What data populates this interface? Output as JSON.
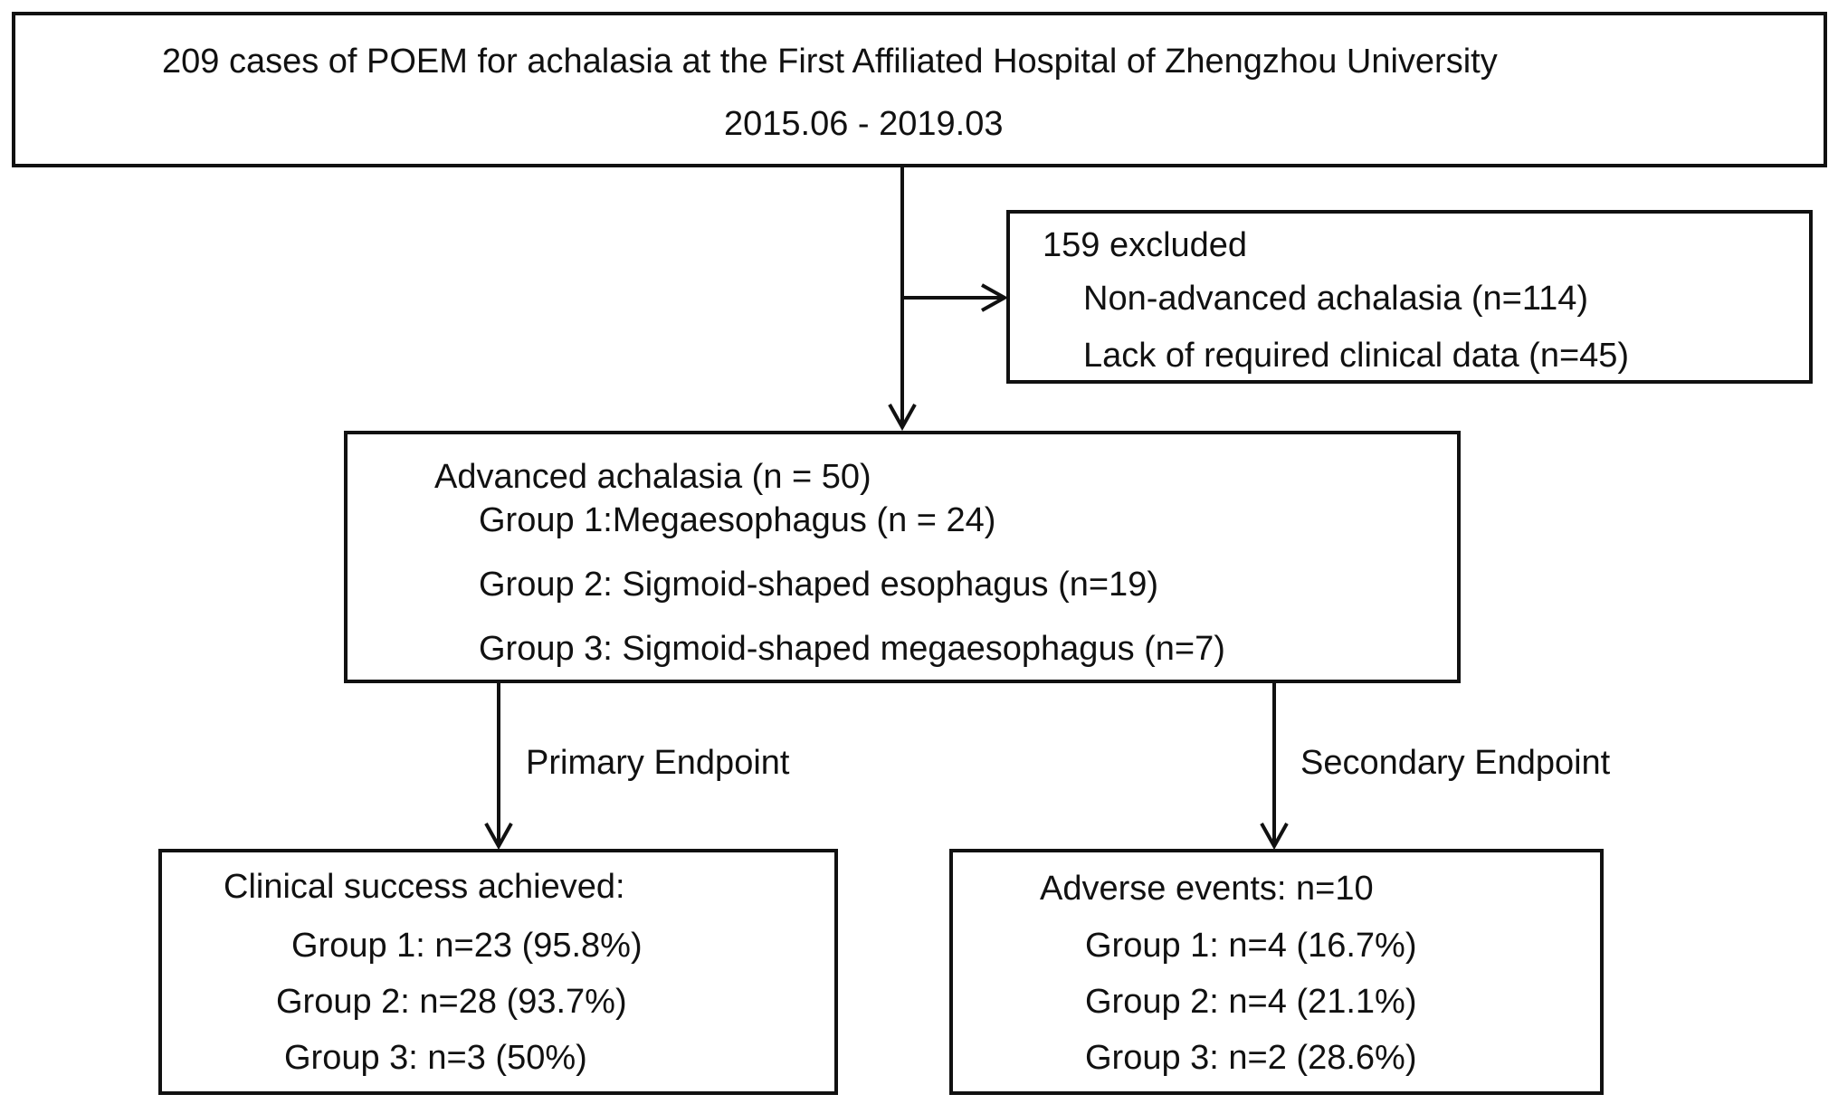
{
  "colors": {
    "stroke": "#111111",
    "text": "#111111",
    "background": "#ffffff"
  },
  "top_box": {
    "line1": "209 cases of POEM for achalasia at the First Affiliated Hospital of Zhengzhou University",
    "line2": "2015.06 - 2019.03"
  },
  "excluded_box": {
    "heading": "159 excluded",
    "items": [
      "Non-advanced achalasia (n=114)",
      "Lack of required clinical data (n=45)"
    ]
  },
  "advanced_box": {
    "heading": "Advanced achalasia (n = 50)",
    "groups": [
      "Group 1:Megaesophagus (n = 24)",
      "Group 2: Sigmoid-shaped esophagus (n=19)",
      "Group 3: Sigmoid-shaped megaesophagus (n=7)"
    ]
  },
  "endpoints": {
    "primary_label": "Primary Endpoint",
    "secondary_label": "Secondary Endpoint"
  },
  "success_box": {
    "heading": "Clinical success achieved:",
    "groups": [
      "Group 1: n=23 (95.8%)",
      "Group 2: n=28 (93.7%)",
      "Group 3: n=3 (50%)"
    ]
  },
  "adverse_box": {
    "heading": "Adverse events: n=10",
    "groups": [
      "Group 1: n=4 (16.7%)",
      "Group 2: n=4 (21.1%)",
      "Group 3: n=2 (28.6%)"
    ]
  }
}
